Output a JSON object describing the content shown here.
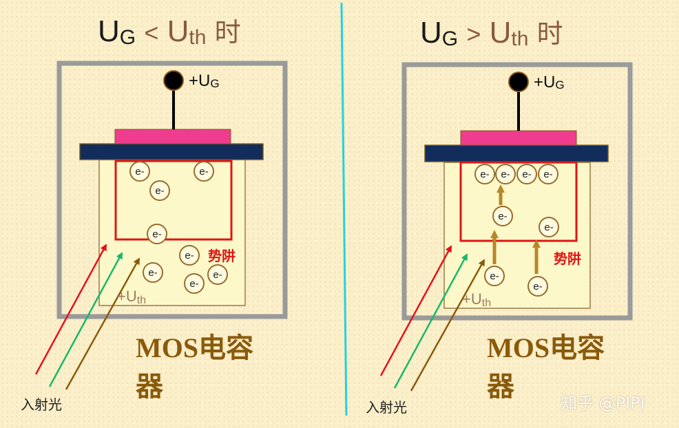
{
  "left_panel": {
    "title": {
      "u": "U",
      "g": "G",
      "op": "<",
      "uth": "U",
      "th": "th",
      "suffix": "时"
    },
    "gate_label": {
      "plus": "+U",
      "sub": "G"
    },
    "uth_label": {
      "plus": "+U",
      "sub": "th"
    },
    "well_label": "势阱",
    "mos_label": {
      "line1": "MOS电容",
      "line2": "器"
    },
    "incident_label": "入射光",
    "electron_label": "e-"
  },
  "right_panel": {
    "title": {
      "u": "U",
      "g": "G",
      "op": ">",
      "uth": "U",
      "th": "th",
      "suffix": "时"
    },
    "gate_label": {
      "plus": "+U",
      "sub": "G"
    },
    "uth_label": {
      "plus": "+U",
      "sub": "th"
    },
    "well_label": "势阱",
    "mos_label": {
      "line1": "MOS电容",
      "line2": "器"
    },
    "incident_label": "入射光",
    "electron_label": "e-"
  },
  "watermark": "知乎 @PIPI",
  "colors": {
    "box_border": "#9a9a9a",
    "gate_metal": "#f03c8e",
    "oxide": "#122c5c",
    "substrate": "#fdf8c9",
    "well": "#e01515",
    "divider": "#22d2e0",
    "electron_ring": "#9a6a2a",
    "arrow_red": "#e8101c",
    "arrow_green": "#18b86a",
    "arrow_brown": "#8a5a0c"
  }
}
